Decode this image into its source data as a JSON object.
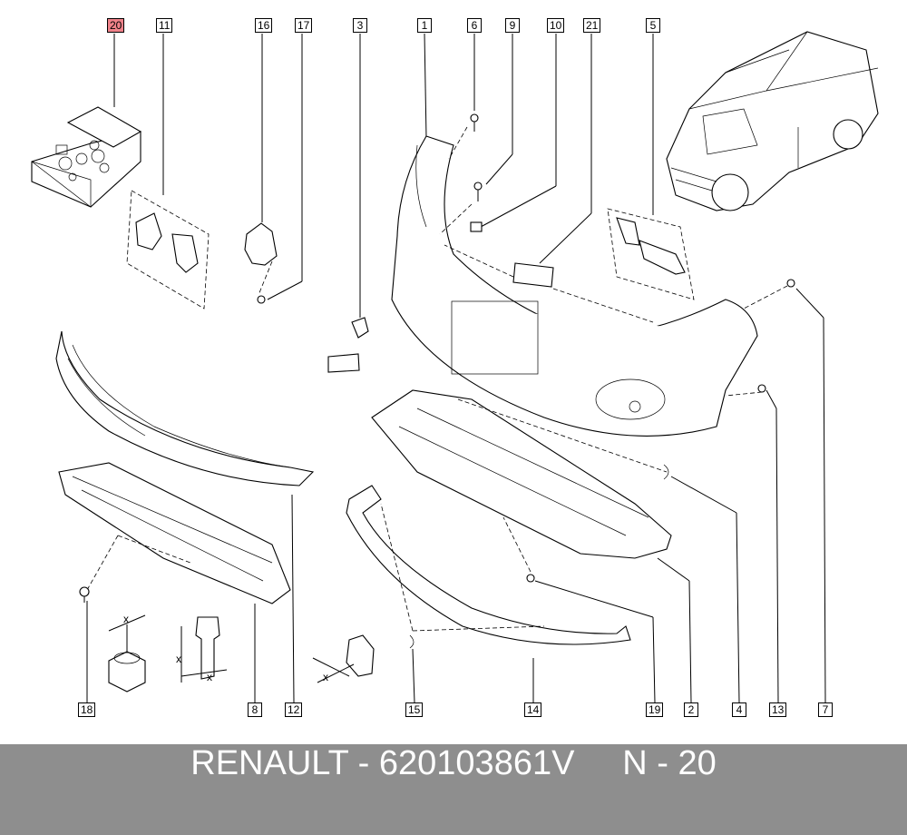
{
  "labels": {
    "l20": "20",
    "l11": "11",
    "l16": "16",
    "l17": "17",
    "l3": "3",
    "l1": "1",
    "l6": "6",
    "l9": "9",
    "l10": "10",
    "l21": "21",
    "l5": "5",
    "l18": "18",
    "l8": "8",
    "l12": "12",
    "l15": "15",
    "l14": "14",
    "l19": "19",
    "l2": "2",
    "l4": "4",
    "l13": "13",
    "l7": "7"
  },
  "dimension_marks": {
    "x1": "x",
    "x2": "x",
    "x3": "x",
    "x4": "x"
  },
  "colors": {
    "footer_bg": "#8e8e8e",
    "highlight": "#f0828a",
    "footer_text": "#ffffff"
  },
  "footer": {
    "caption": "RENAULT - 620103861V     N - 20"
  }
}
